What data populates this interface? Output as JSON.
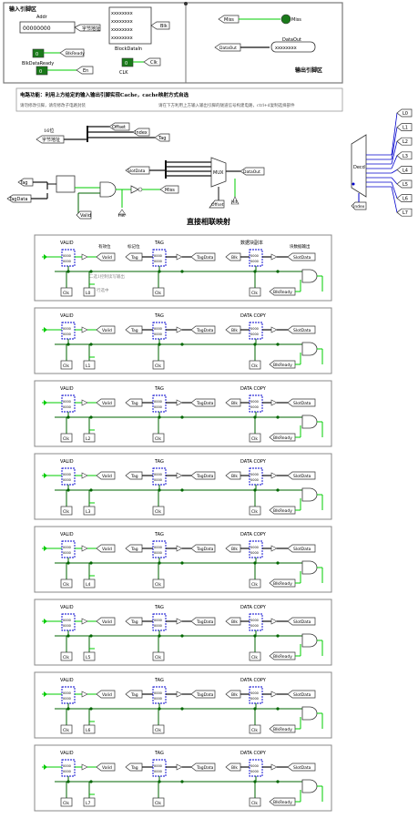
{
  "input_area": {
    "title": "输入引脚区",
    "addr_label": "Addr",
    "addr_value": "00000000",
    "addr_tag": "字节地址",
    "blockdata_value": "xxxxxxxx",
    "blockdata_label": "BlockDataIn",
    "blk_label": "Blk",
    "blkready_label": "BlkReady",
    "blkdataready_label": "BlkDataReady",
    "en_label": "En",
    "clk_label": "CLK",
    "clk_short": "Clk",
    "pin_zero": "0"
  },
  "output_area": {
    "title": "输出引脚区",
    "miss_label": "Miss",
    "dataout_label": "DataOut",
    "dataout_value": "xxxxxxxx"
  },
  "notes": {
    "heading": "电路功能：利用上方给定的输入输出引脚实现Cache，cache映射方式自选",
    "left": "请勿修改引脚，请勿修改子电路封装",
    "right": "请在下方利用上方输入输出引脚的隧道信号构建电路，ctrl+d复制选择部件"
  },
  "top_circuit": {
    "bits16": "16位",
    "byte_addr": "字节地址",
    "offset": "Offset",
    "index": "Index",
    "tag": "Tag",
    "tagdata": "TagData",
    "valid": "Valid",
    "hit": "Hit",
    "miss": "Miss",
    "slotdata": "SlotData",
    "mux": "MUX",
    "dataout": "DataOut",
    "decoder": "Decd",
    "decoder_outputs": [
      "L0",
      "L1",
      "L2",
      "L3",
      "L4",
      "L5",
      "L6",
      "L7"
    ]
  },
  "title": "直接相联映射",
  "lines": [
    {
      "line_label": "L0",
      "valid_label": "VALID",
      "tag_label": "TAG",
      "data_label": "数据块副本",
      "valid_bit": "有效位",
      "tag_bit": "标记位",
      "data_out": "块数据输出",
      "note1": "二选1控制读写输出",
      "note2": "行选中"
    },
    {
      "line_label": "L1",
      "valid_label": "VALID",
      "tag_label": "TAG",
      "data_label": "DATA COPY"
    },
    {
      "line_label": "L2",
      "valid_label": "VALID",
      "tag_label": "TAG",
      "data_label": "DATA COPY"
    },
    {
      "line_label": "L3",
      "valid_label": "VALID",
      "tag_label": "TAG",
      "data_label": "DATA COPY"
    },
    {
      "line_label": "L4",
      "valid_label": "VALID",
      "tag_label": "TAG",
      "data_label": "DATA COPY"
    },
    {
      "line_label": "L5",
      "valid_label": "VALID",
      "tag_label": "TAG",
      "data_label": "DATA COPY"
    },
    {
      "line_label": "L6",
      "valid_label": "VALID",
      "tag_label": "TAG",
      "data_label": "DATA COPY"
    },
    {
      "line_label": "L7",
      "valid_label": "VALID",
      "tag_label": "TAG",
      "data_label": "DATA COPY"
    }
  ],
  "line_common": {
    "valid": "Valid",
    "tag": "Tag",
    "tagdata": "TagData",
    "blk": "Blk",
    "slotdata": "SlotData",
    "clk": "Clk",
    "blkready": "BlkReady",
    "reg_value": "0000"
  },
  "colors": {
    "wire_active": "#00cc00",
    "wire_dark": "#006600",
    "pin_fill": "#1a7a1a",
    "register_outline": "#0000cc"
  }
}
